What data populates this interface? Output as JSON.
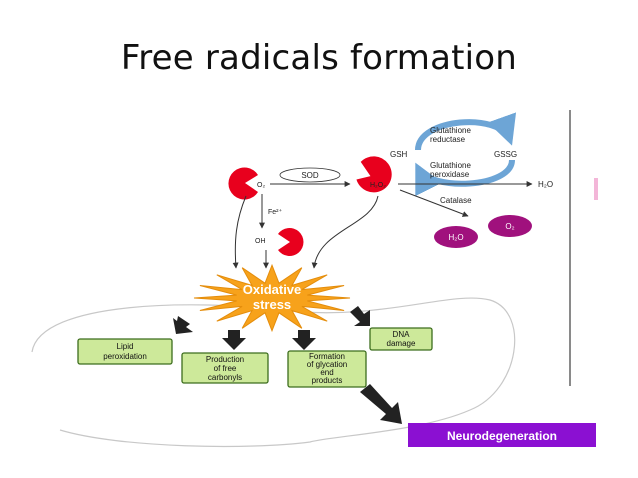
{
  "title": "Free radicals formation",
  "labels": {
    "o2": "O₂",
    "sod": "SOD",
    "h2o2": "H₂O₂",
    "h2o_right": "H₂O",
    "fe": "Fe²⁺",
    "oh": "OH",
    "gsh": "GSH",
    "gssg": "GSSG",
    "glutathione_reductase": [
      "Glutathione",
      "reductase"
    ],
    "glutathione_peroxidase": [
      "Glutathione",
      "peroxidase"
    ],
    "catalase": "Catalase",
    "h2o_bubble": "H₂O",
    "o2_bubble": "O₂",
    "oxidative_stress": [
      "Oxidative",
      "stress"
    ],
    "lipid_peroxidation": [
      "Lipid",
      "peroxidation"
    ],
    "production_carbonyls": [
      "Production",
      "of free",
      "carbonyls"
    ],
    "formation_glycation": [
      "Formation",
      "of glycation",
      "end",
      "products"
    ],
    "dna_damage": [
      "DNA",
      "damage"
    ],
    "neurodegeneration": "Neurodegeneration"
  },
  "colors": {
    "radical": "#e8001d",
    "star": "#f7a21b",
    "box_fill": "#cde99a",
    "box_border": "#3c6d1d",
    "bubble": "#a0117d",
    "neuro_bar": "#8b10d2",
    "cycle_arrow": "#6da5d6"
  },
  "icons": [
    "radical-pacman-icon"
  ]
}
